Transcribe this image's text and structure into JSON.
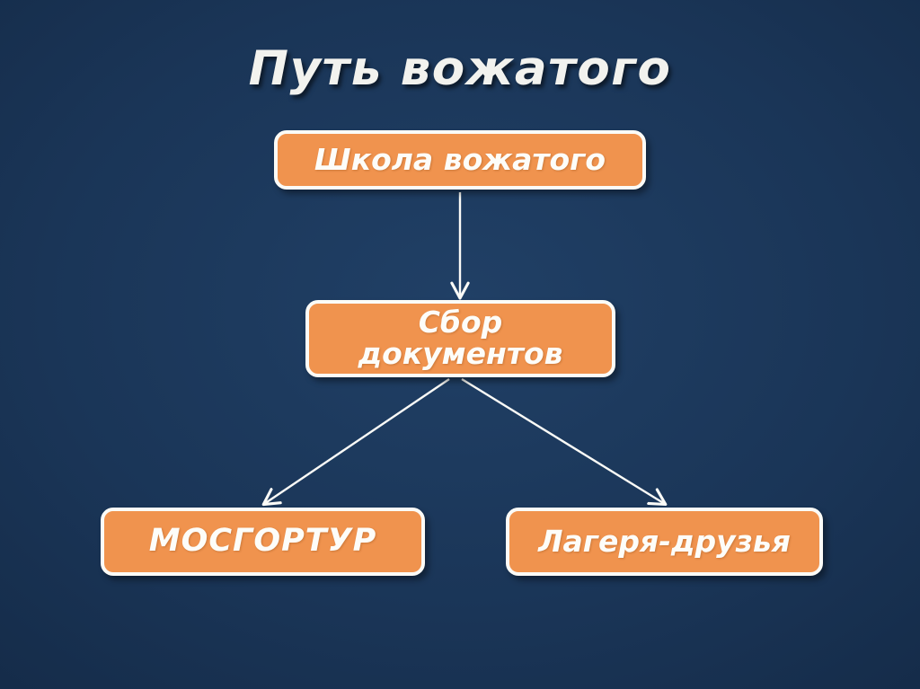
{
  "slide": {
    "title": "Путь вожатого",
    "background_color": "#1a3557",
    "accent_color": "#f0934e",
    "border_color": "#fbfbf7",
    "text_color": "#fdfdf9"
  },
  "diagram": {
    "type": "flowchart",
    "nodes": [
      {
        "id": "school",
        "label": "Школа вожатого",
        "level": 1
      },
      {
        "id": "documents",
        "label": "Сбор\nдокументов",
        "level": 2
      },
      {
        "id": "mosgortur",
        "label": "МОСГОРТУР",
        "level": 3
      },
      {
        "id": "camps",
        "label": "Лагеря-друзья",
        "level": 3
      }
    ],
    "edges": [
      {
        "from": "school",
        "to": "documents",
        "style": "straight-arrow"
      },
      {
        "from": "documents",
        "to": "mosgortur",
        "style": "diagonal-arrow"
      },
      {
        "from": "documents",
        "to": "camps",
        "style": "diagonal-arrow"
      }
    ]
  }
}
